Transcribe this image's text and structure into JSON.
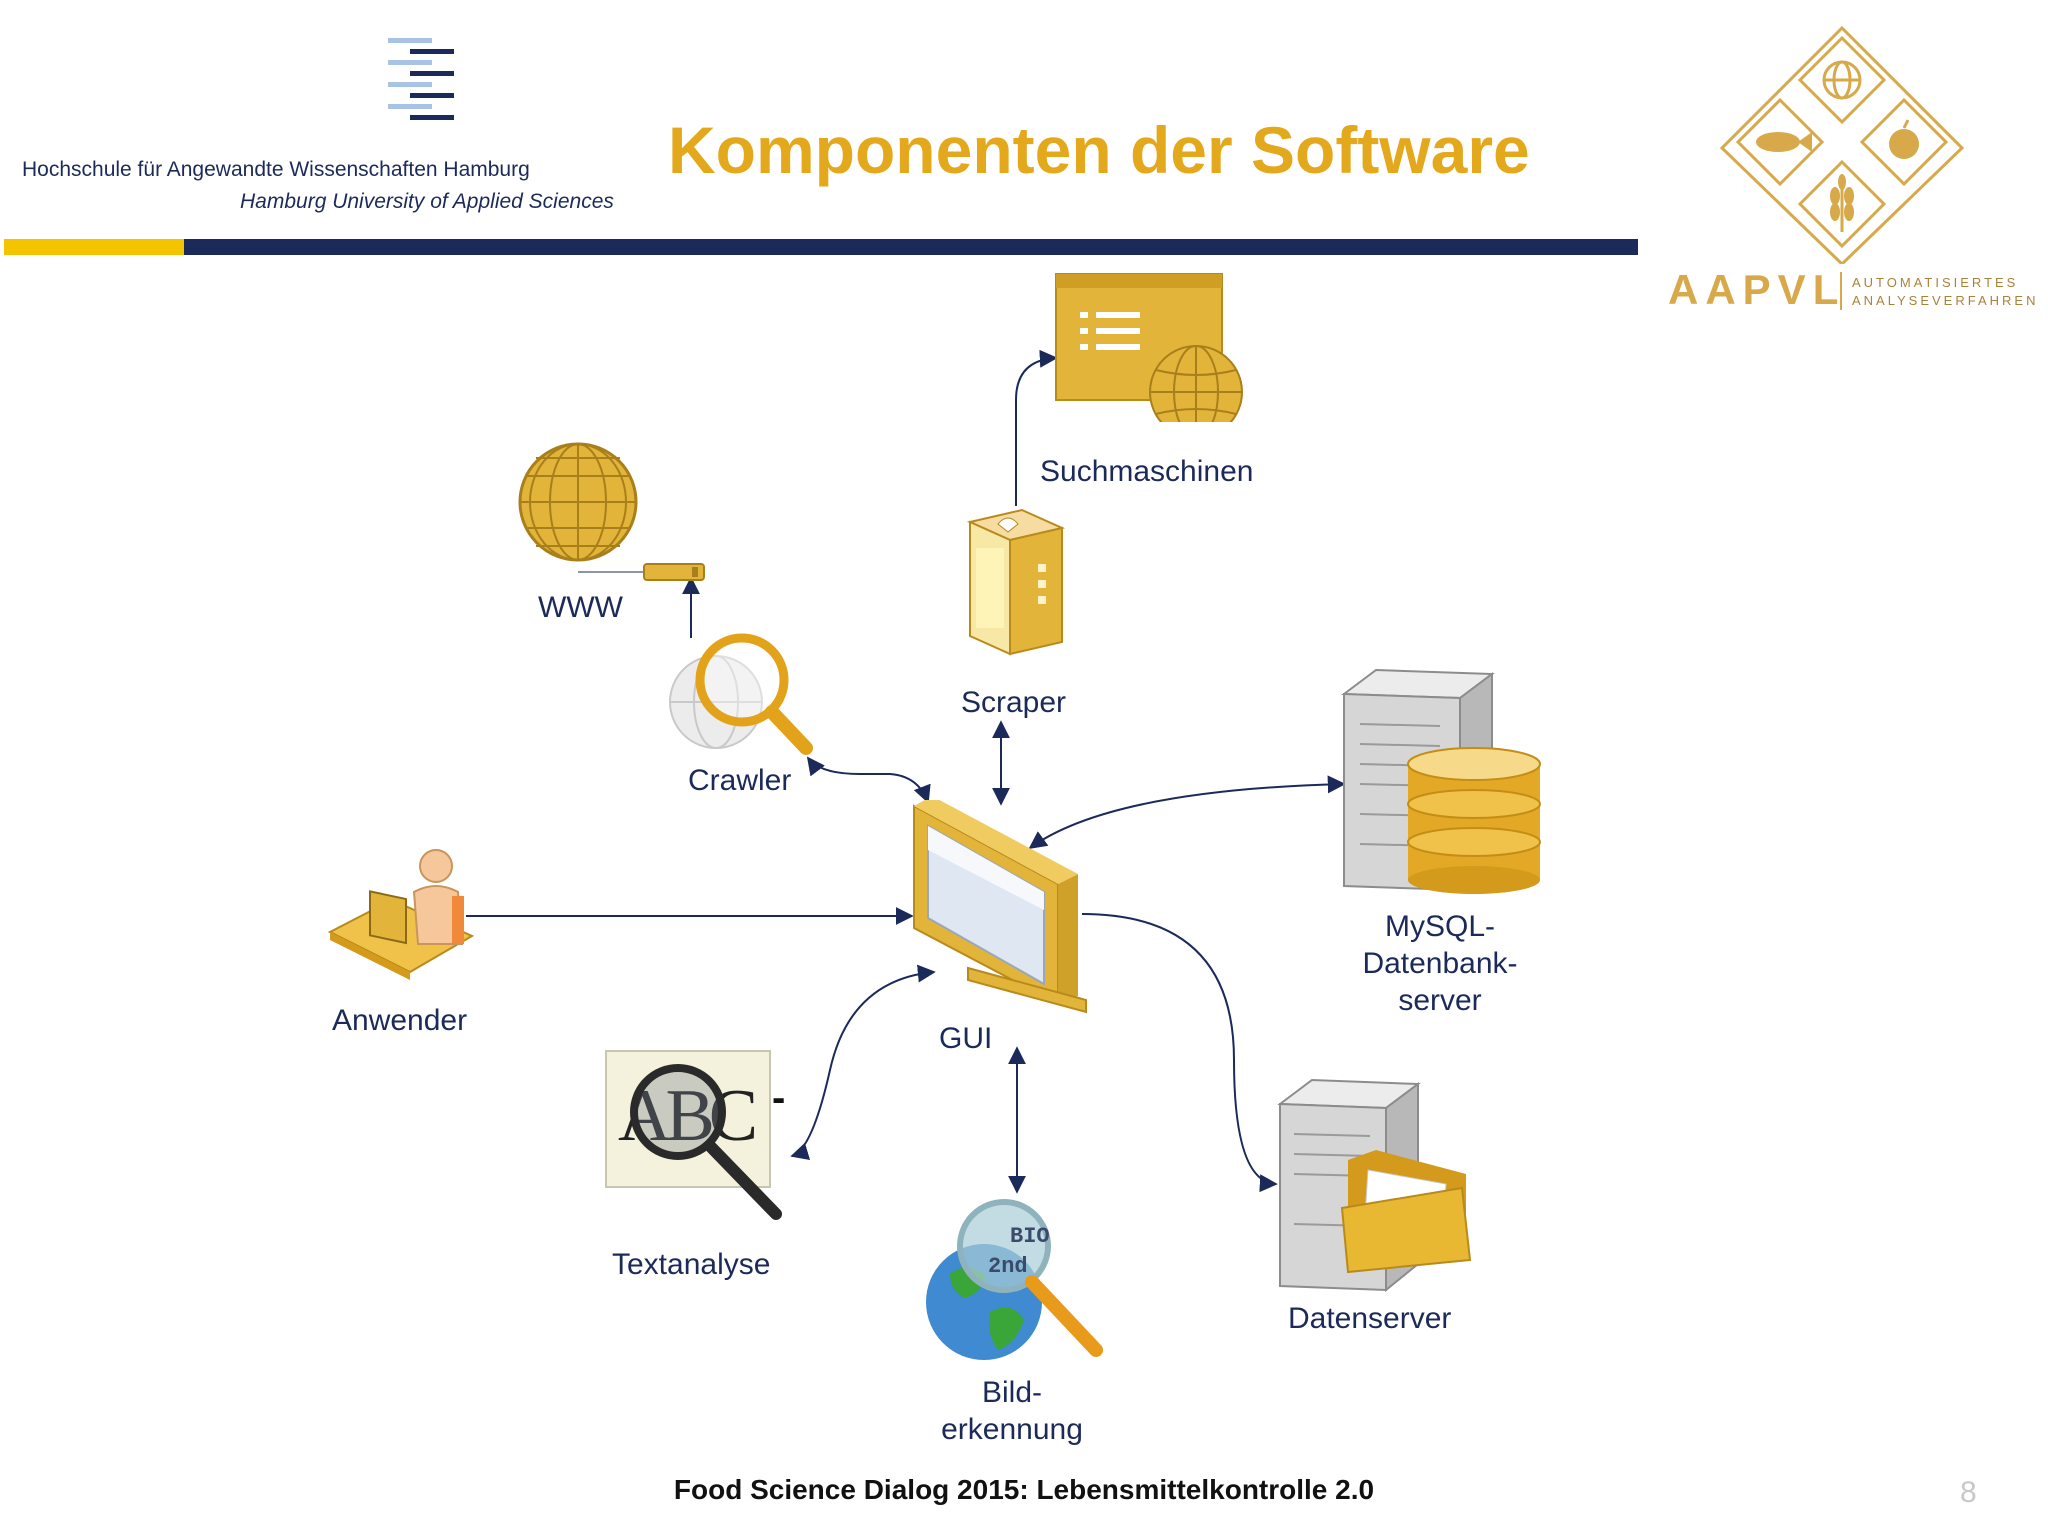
{
  "header": {
    "institution_de": "Hochschule für Angewandte Wissenschaften Hamburg",
    "institution_en": "Hamburg University of Applied Sciences",
    "title": "Komponenten der Software"
  },
  "partner_logo": {
    "name": "AAPVL",
    "tagline_1": "AUTOMATISIERTES",
    "tagline_2": "ANALYSEVERFAHREN"
  },
  "diagram": {
    "nodes": {
      "suchmaschinen": "Suchmaschinen",
      "www": "WWW",
      "scraper": "Scraper",
      "crawler": "Crawler",
      "mysql_1": "MySQL-",
      "mysql_2": "Datenbank-",
      "mysql_3": "server",
      "anwender": "Anwender",
      "gui": "GUI",
      "textanalyse": "Textanalyse",
      "datenserver": "Datenserver",
      "bild_1": "Bild-",
      "bild_2": "erkennung"
    },
    "icon_text": {
      "abc": "ABC",
      "bio": "BIO",
      "second": "2nd",
      "dash": "-"
    }
  },
  "footer": {
    "text": "Food Science Dialog 2015: Lebensmittelkontrolle 2.0",
    "page_number": "8"
  },
  "colors": {
    "accent_gold": "#e3a81b",
    "navy": "#1c2a5a",
    "yellow_bar": "#f5c400"
  }
}
